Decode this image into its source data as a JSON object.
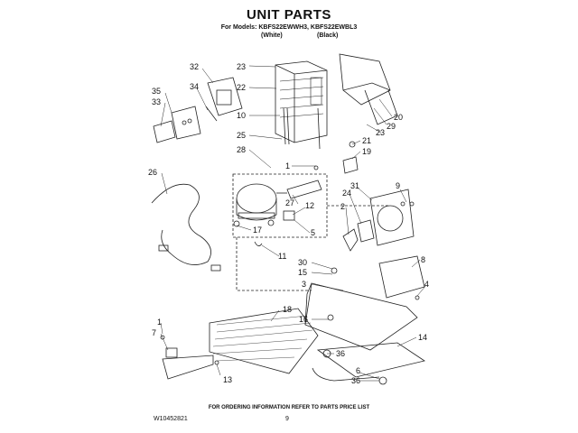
{
  "header": {
    "title": "UNIT PARTS",
    "models": "For Models: KBFS22EWWH3, KBFS22EWBL3",
    "color_white": "(White)",
    "color_black": "(Black)"
  },
  "footer": {
    "ordering_note": "FOR ORDERING INFORMATION REFER TO PARTS PRICE LIST",
    "doc_number": "W10452821",
    "page_number": "9"
  },
  "callouts": [
    "1",
    "2",
    "3",
    "4",
    "5",
    "6",
    "7",
    "8",
    "9",
    "10",
    "11",
    "12",
    "13",
    "14",
    "15",
    "16",
    "17",
    "18",
    "19",
    "20",
    "21",
    "22",
    "23",
    "24",
    "25",
    "26",
    "27",
    "28",
    "29",
    "30",
    "31",
    "32",
    "33",
    "34",
    "35",
    "36"
  ]
}
